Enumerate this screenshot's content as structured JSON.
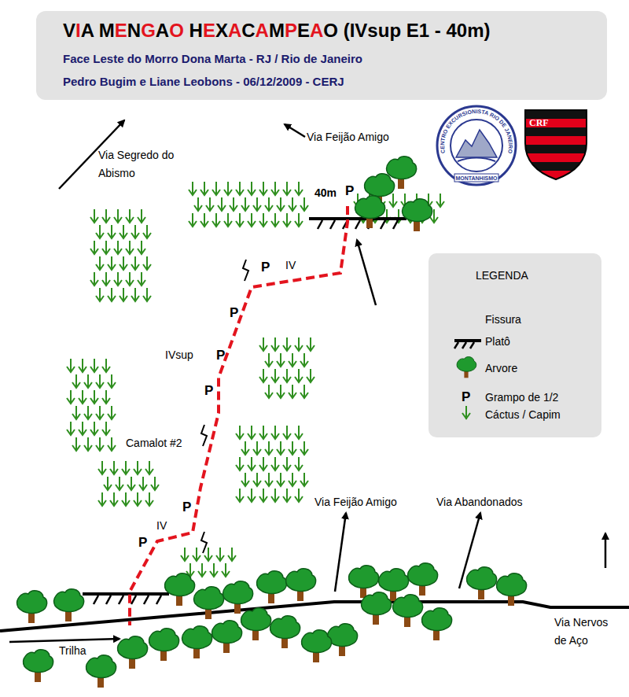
{
  "diagram": {
    "title": "VIA MENGAO HEXACAMPEAO (IVsup E1 - 40m)",
    "nodes": [
      {
        "text": [
          "Face Leste do Morro Dona Marta - RJ / Rio de Janeiro",
          "Pedro Bugim e Liane Leobons - 06/12/2009 - CERJ"
        ]
      }
    ],
    "labels": [
      "Via Segredo do Abismo",
      "Via Feijão Amigo",
      "40m",
      "P",
      "IV",
      "P",
      "P",
      "IVsup",
      "P",
      "P",
      "Camalot #2",
      "P",
      "IV",
      "P",
      "Via Feijão Amigo",
      "Via Abandonados",
      "Via Nervos de Aço",
      "Trilha",
      "LEGENDA",
      "P",
      "CENTRO EXCURSIONISTA RIO DE JANEIRO",
      "MONTANHISMO",
      "CRF"
    ],
    "legend": [
      {
        "text": "Fissura"
      },
      {
        "text": "Platô"
      },
      {
        "text": "Arvore"
      },
      {
        "text": "Grampo de 1/2"
      },
      {
        "text": "Cáctus / Capim"
      }
    ]
  }
}
